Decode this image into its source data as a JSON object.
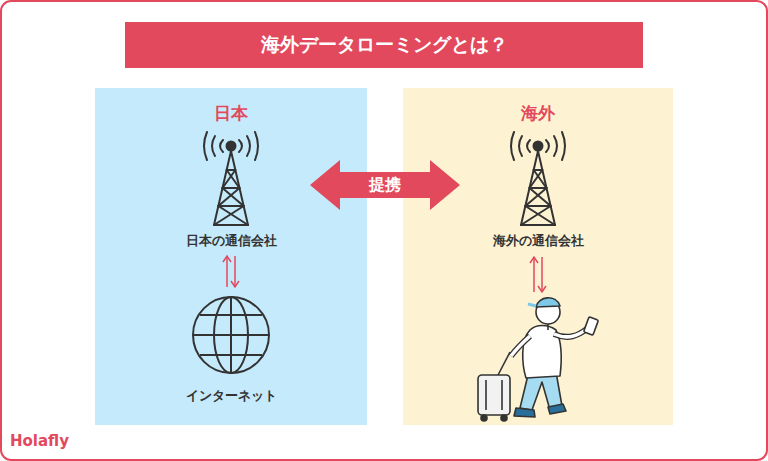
{
  "diagram": {
    "title": "海外データローミングとは？",
    "nodes": [
      {
        "text": [
          "日本"
        ]
      },
      {
        "text": [
          "日本の通信会社"
        ],
        "in": 0
      },
      {
        "text": [
          "インターネット"
        ],
        "in": 0
      },
      {
        "text": [
          "海外"
        ]
      },
      {
        "text": [
          "海外の通信会社"
        ],
        "in": 3
      }
    ],
    "edges": [
      {
        "from": 1,
        "to": 2,
        "arrow": "both"
      },
      {
        "from": 0,
        "to": 3,
        "label": "提携",
        "arrow": "both"
      }
    ],
    "labels": [
      "Holafly"
    ]
  }
}
